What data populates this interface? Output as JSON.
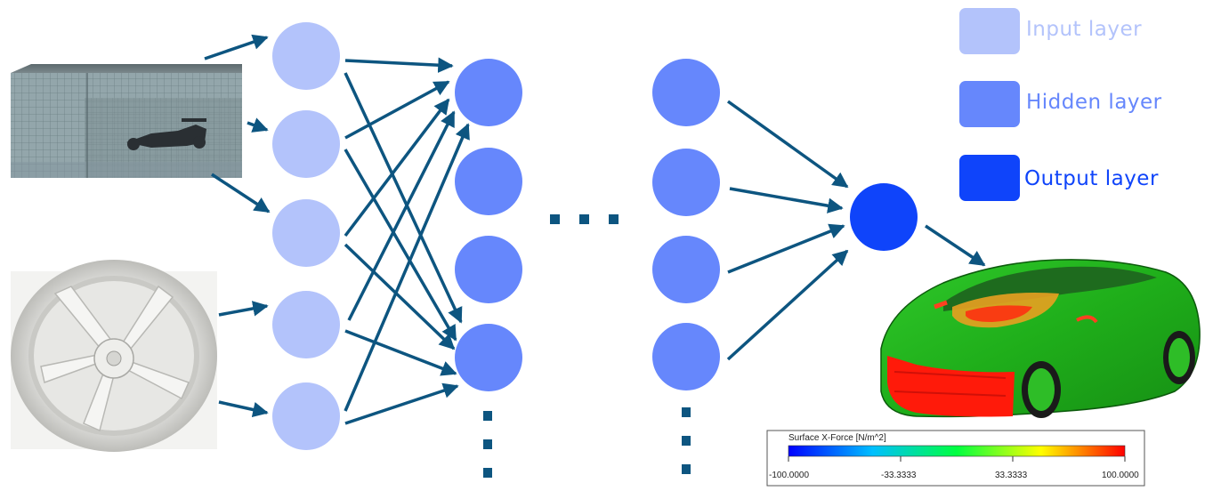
{
  "legend": {
    "items": [
      {
        "label": "Input layer",
        "color": "#b3c3fb"
      },
      {
        "label": "Hidden layer",
        "color": "#6687fc"
      },
      {
        "label": "Output layer",
        "color": "#0f44fa"
      }
    ]
  },
  "colors": {
    "input_node": "#b3c3fb",
    "hidden_node": "#6687fc",
    "output_node": "#0f44fa",
    "arrow": "#0d5580",
    "dots": "#0d5580"
  },
  "colorbar": {
    "title": "Surface X-Force [N/m^2]",
    "ticks": [
      "-100.0000",
      "-33.3333",
      "33.3333",
      "100.0000"
    ]
  },
  "images": {
    "mesh": "wind-tunnel-mesh-with-race-car",
    "wheel": "wheel-rim-model",
    "car": "car-surface-x-force-contour"
  }
}
